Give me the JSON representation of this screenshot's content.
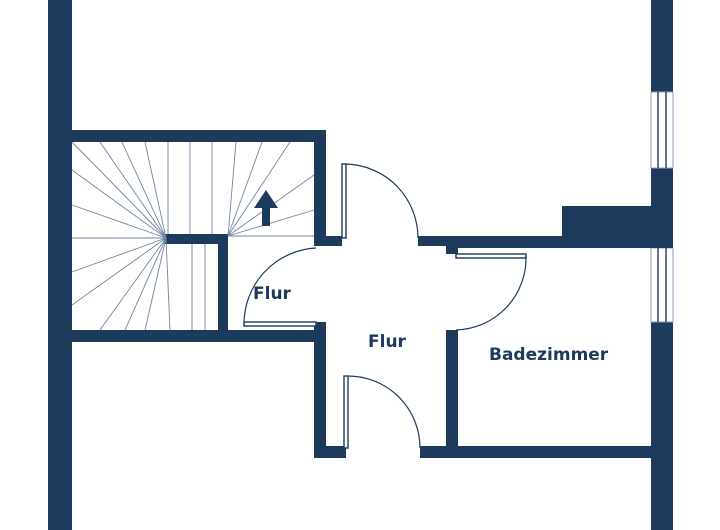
{
  "rooms": {
    "flur_landing": "Flur",
    "flur_hall": "Flur",
    "badezimmer": "Badezimmer"
  },
  "colors": {
    "wall": "#1d3a5c",
    "background": "#ffffff"
  },
  "icons": {
    "stair_direction": "arrow-up-icon"
  }
}
